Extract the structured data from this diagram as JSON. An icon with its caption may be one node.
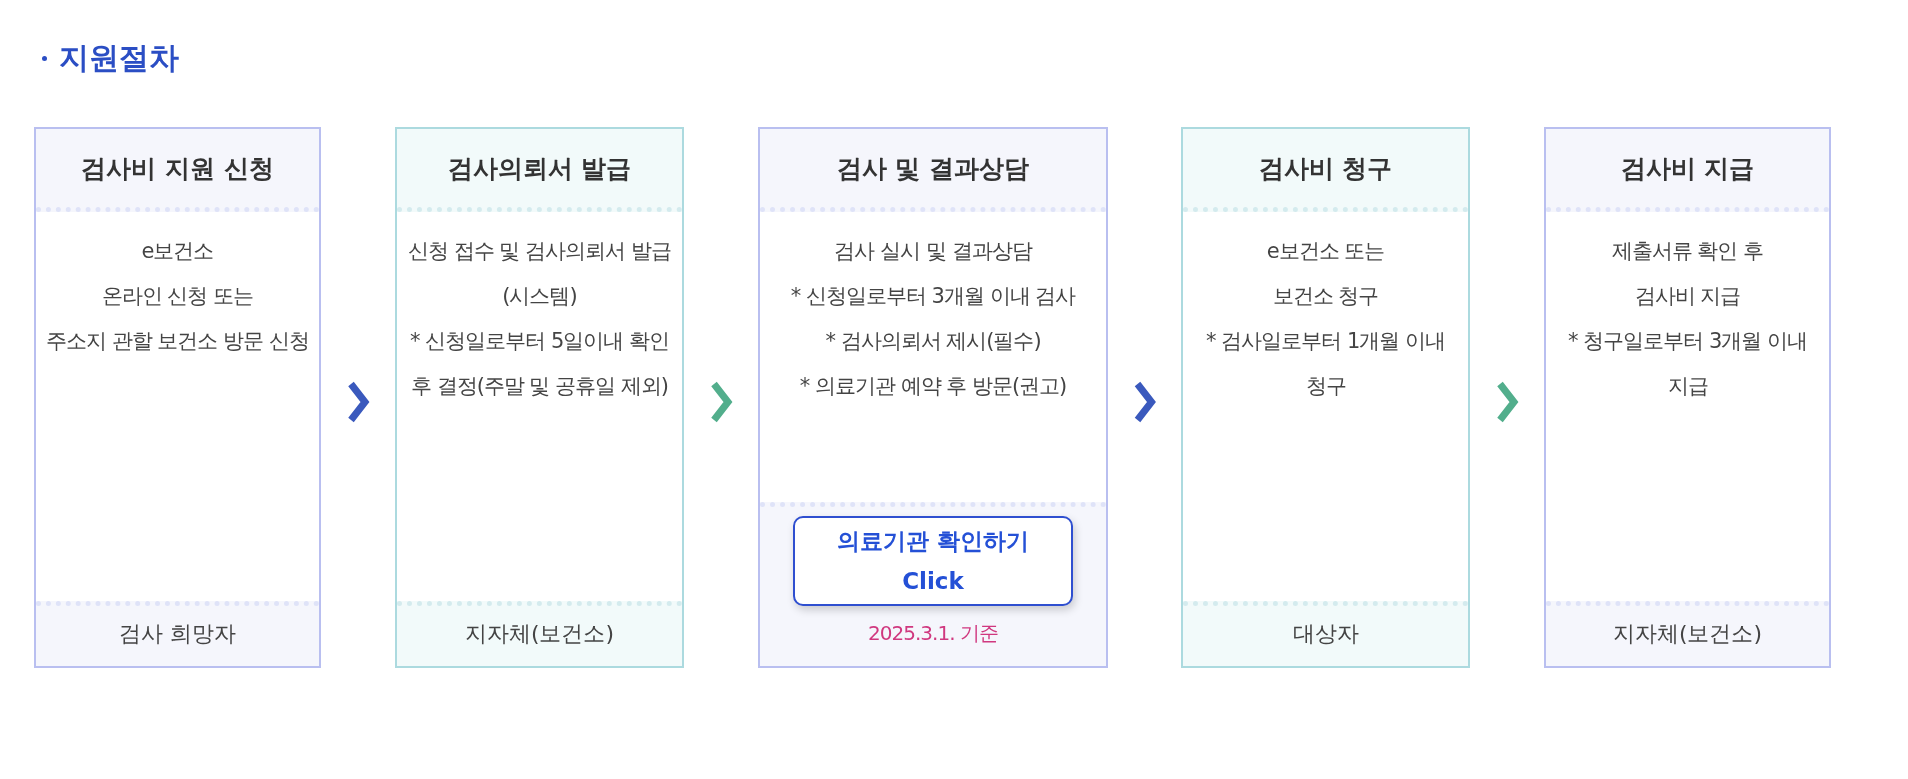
{
  "diagram": {
    "title": "지원절차",
    "nodes": [
      {
        "text": [
          "검사비 지원 신청",
          "e보건소",
          "온라인 신청 또는",
          "주소지 관할 보건소 방문 신청",
          "검사 희망자"
        ]
      },
      {
        "text": [
          "검사의뢰서 발급",
          "신청 접수 및 검사의뢰서 발급(시스템)",
          "* 신청일로부터 5일이내 확인 후 결정(주말 및 공휴일 제외)",
          "지자체(보건소)"
        ]
      },
      {
        "text": [
          "검사 및 결과상담",
          "검사 실시 및 결과상담",
          "* 신청일로부터 3개월 이내 검사",
          "* 검사의뢰서 제시(필수)",
          "* 의료기관 예약 후 방문(권고)",
          "2025.3.1. 기준"
        ]
      },
      {
        "text": [
          "의료기관 확인하기 Click"
        ],
        "in": 2
      },
      {
        "text": [
          "검사비 청구",
          "e보건소 또는",
          "보건소 청구",
          "* 검사일로부터 1개월 이내 청구",
          "대상자"
        ]
      },
      {
        "text": [
          "검사비 지급",
          "제출서류 확인 후",
          "검사비 지급",
          "* 청구일로부터 3개월 이내 지급",
          "지자체(보건소)"
        ]
      }
    ],
    "edges": [
      {
        "from": 0,
        "to": 1,
        "arrow": "to",
        "color": "#3a59bd"
      },
      {
        "from": 1,
        "to": 2,
        "arrow": "to",
        "color": "#52ae8c"
      },
      {
        "from": 2,
        "to": 4,
        "arrow": "to",
        "color": "#3a59bd"
      },
      {
        "from": 4,
        "to": 5,
        "arrow": "to",
        "color": "#52ae8c"
      }
    ]
  }
}
